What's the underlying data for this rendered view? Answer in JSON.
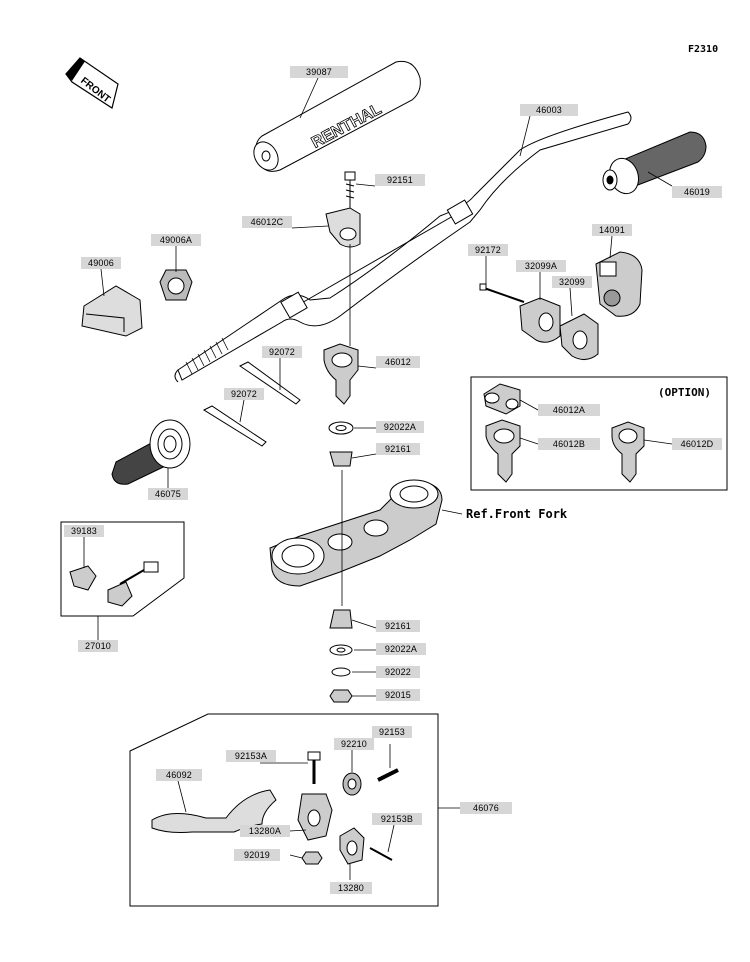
{
  "diagram_code": "F2310",
  "front_indicator": "FRONT",
  "ref_note": "Ref.Front Fork",
  "option_title": "(OPTION)",
  "parts": {
    "p39087": "39087",
    "p46003": "46003",
    "p92151": "92151",
    "p46012C": "46012C",
    "p46019": "46019",
    "p49006A": "49006A",
    "p49006": "49006",
    "p14091": "14091",
    "p92172": "92172",
    "p32099A": "32099A",
    "p32099": "32099",
    "p92072a": "92072",
    "p46012": "46012",
    "p92072b": "92072",
    "p46012A": "46012A",
    "p46012B": "46012B",
    "p46012D": "46012D",
    "p92022A": "92022A",
    "p92161a": "92161",
    "p46075": "46075",
    "p39183": "39183",
    "p27010": "27010",
    "p92161b": "92161",
    "p92022Ab": "92022A",
    "p92022": "92022",
    "p92015": "92015",
    "p92153A": "92153A",
    "p92210": "92210",
    "p92153": "92153",
    "p46092": "46092",
    "p46076": "46076",
    "p92153B": "92153B",
    "p13280A": "13280A",
    "p92019": "92019",
    "p13280": "13280"
  },
  "grip_logo": "RENTHAL"
}
